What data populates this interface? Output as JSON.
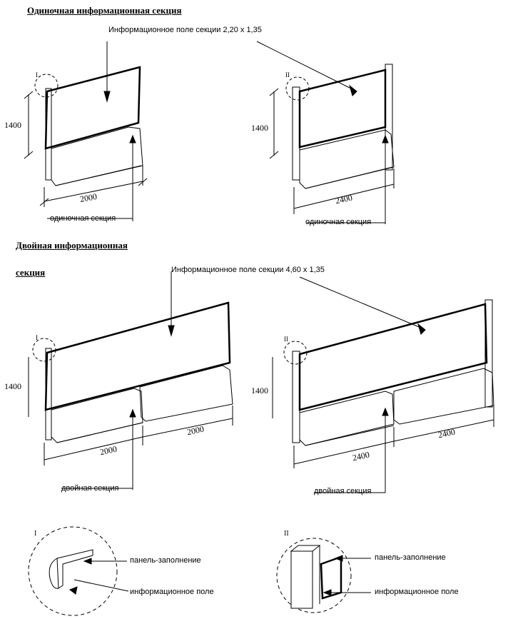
{
  "headings": {
    "single": "Одиночная информационная секция",
    "double_line1": "Двойная информационная",
    "double_line2": "секция"
  },
  "callouts": {
    "single_field": "Информационное поле секции 2,20 х 1,35",
    "double_field": "Информационное поле секции 4,60 х 1,35",
    "single_section": "одиночная секция",
    "double_section": "двойная секция",
    "panel_fill": "панель-заполнение",
    "info_field": "информационное поле"
  },
  "dimensions": {
    "height": "1400",
    "w2000": "2000",
    "w2400": "2400"
  },
  "detail_marks": {
    "one": "I",
    "two": "II"
  }
}
